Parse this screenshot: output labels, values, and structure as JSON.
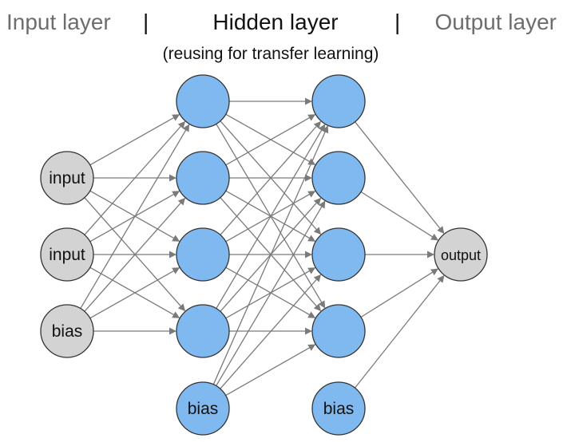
{
  "header": {
    "input_layer": "Input layer",
    "separator_1": "|",
    "hidden_layer": "Hidden layer",
    "separator_2": "|",
    "output_layer": "Output layer",
    "subtitle": "(reusing for transfer learning)"
  },
  "network": {
    "input_nodes": [
      {
        "label": "input",
        "type": "input"
      },
      {
        "label": "input",
        "type": "input"
      },
      {
        "label": "bias",
        "type": "bias"
      }
    ],
    "hidden1_nodes": [
      {
        "label": "",
        "type": "neuron"
      },
      {
        "label": "",
        "type": "neuron"
      },
      {
        "label": "",
        "type": "neuron"
      },
      {
        "label": "",
        "type": "neuron"
      },
      {
        "label": "bias",
        "type": "bias"
      }
    ],
    "hidden2_nodes": [
      {
        "label": "",
        "type": "neuron"
      },
      {
        "label": "",
        "type": "neuron"
      },
      {
        "label": "",
        "type": "neuron"
      },
      {
        "label": "",
        "type": "neuron"
      },
      {
        "label": "bias",
        "type": "bias"
      }
    ],
    "output_nodes": [
      {
        "label": "output",
        "type": "output"
      }
    ]
  },
  "colors": {
    "hidden_node": "#80b9f0",
    "io_node": "#d3d3d3",
    "edge": "#7a7a7a",
    "header_gray": "#6d6d6d"
  }
}
